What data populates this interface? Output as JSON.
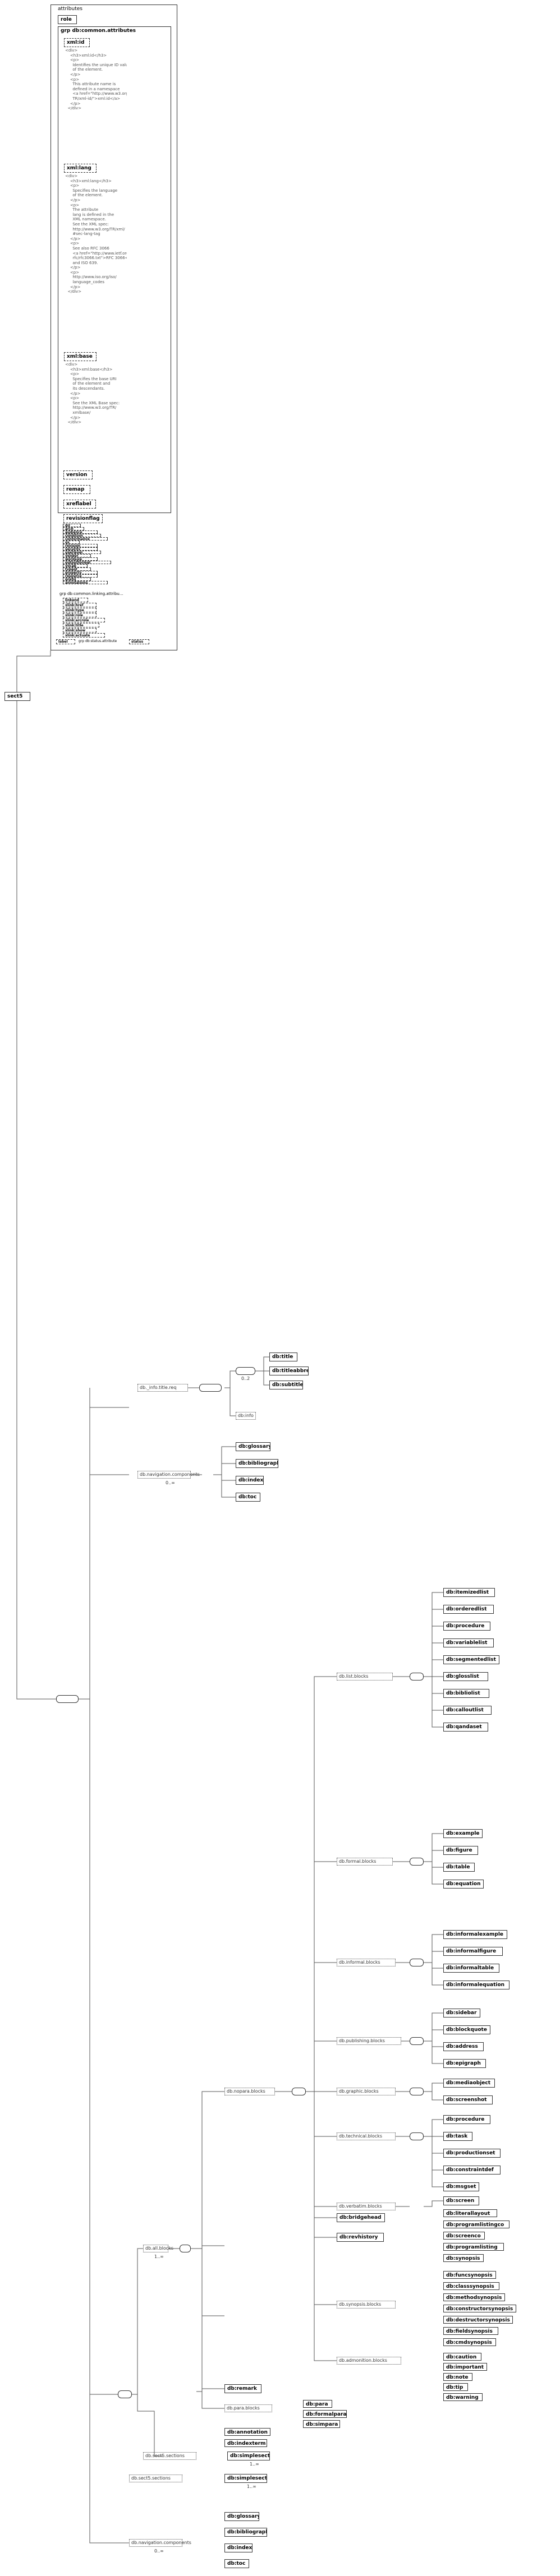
{
  "root_element": "sect5",
  "attributes_panel": {
    "title": "attributes",
    "role": "role",
    "common_group": "grp  db:common.attributes",
    "common_items": [
      "xml:id",
      "xml:lang",
      "xml:base",
      "version",
      "remap",
      "xreflabel",
      "revisionflag",
      "dir",
      "arch",
      "audience",
      "condition",
      "conformance",
      "os",
      "revision",
      "security",
      "userlevel",
      "vendor",
      "wordsize",
      "outputformat",
      "vocab",
      "typeof",
      "property",
      "resource",
      "prefix",
      "annotations"
    ],
    "xmlid_doc": "<div>\n    <h3>xml:id</h3>\n    <p>\n      Identifies the unique ID value\n      of the element.\n    </p>\n    <p>\n      This attribute name is\n      defined in a namespace\n      <a href=\"http://www.w3.org/\n      TR/xml-id/\">xml:id</a>\n    </p>\n  </div>",
    "xmllang_doc": "<div>\n    <h3>xml:lang</h3>\n    <p>\n      Specifies the language\n      of the element.\n    </p>\n    <p>\n      The attribute\n      lang is defined in the\n      XML namespace.\n      See the XML spec:\n      http://www.w3.org/TR/xml/\n      #sec-lang-tag\n    </p>\n    <p>\n      See also RFC 3066\n      <a href=\"http://www.ietf.org/\n      rfc/rfc3066.txt\">RFC 3066</a>\n      and ISO 639.\n    </p>\n    <p>\n      http://www.iso.org/iso/\n      language_codes\n    </p>\n  </div>",
    "xmlbase_doc": "<div>\n    <h3>xml:base</h3>\n    <p>\n      Specifies the base URI\n      of the element and\n      its descendants.\n    </p>\n    <p>\n      See the XML Base spec:\n      http://www.w3.org/TR/\n      xmlbase/\n    </p>\n  </div>",
    "linking_group": "grp  db:common.linking.attribu...",
    "linking_items": [
      "linkend",
      "xlink:href",
      "xlink:type",
      "xlink:role",
      "xlink:arcrole",
      "xlink:title",
      "xlink:show",
      "xlink:actuate"
    ],
    "label": "label",
    "status_group": "grp  db:status.attribute",
    "status_item": "status"
  },
  "info_branch": {
    "info_group": "db._info.title.req",
    "title_items": [
      "db:title",
      "db:titleabbrev",
      "db:subtitle"
    ],
    "mult_title": "0..2",
    "info_item": "db:info"
  },
  "nav_top": {
    "group": "db.navigation.components",
    "mult": "0..∞",
    "items": [
      "db:glossary",
      "db:bibliography",
      "db:index",
      "db:toc"
    ]
  },
  "all_blocks": {
    "label": "db.all.blocks",
    "mult": "1..∞",
    "nopara_label": "db.nopara.blocks",
    "groups": [
      {
        "name": "db.list.blocks",
        "items": [
          "db:itemizedlist",
          "db:orderedlist",
          "db:procedure",
          "db:variablelist",
          "db:segmentedlist",
          "db:glosslist",
          "db:bibliolist",
          "db:calloutlist",
          "db:qandaset"
        ]
      },
      {
        "name": "db.formal.blocks",
        "items": [
          "db:example",
          "db:figure",
          "db:table",
          "db:equation"
        ]
      },
      {
        "name": "db.informal.blocks",
        "items": [
          "db:informalexample",
          "db:informalfigure",
          "db:informaltable",
          "db:informalequation"
        ]
      },
      {
        "name": "db.publishing.blocks",
        "items": [
          "db:sidebar",
          "db:blockquote",
          "db:address",
          "db:epigraph"
        ]
      },
      {
        "name": "db.graphic.blocks",
        "items": [
          "db:mediaobject",
          "db:screenshot"
        ]
      },
      {
        "name": "db.technical.blocks",
        "items": [
          "db:procedure",
          "db:task",
          "db:productionset",
          "db:constraintdef",
          "db:msgset"
        ]
      },
      {
        "name": "db.verbatim.blocks",
        "items": [
          "db:screen",
          "db:literallayout",
          "db:programlistingco",
          "db:screenco",
          "db:programlisting",
          "db:synopsis"
        ]
      },
      {
        "name": "",
        "items": [
          "db:bridgehead",
          "db:revhistory"
        ]
      },
      {
        "name": "db.synopsis.blocks",
        "items": [
          "db:funcsynopsis",
          "db:classsynopsis",
          "db:methodsynopsis",
          "db:constructorsynopsis",
          "db:destructorsynopsis",
          "db:fieldsynopsis",
          "db:cmdsynopsis"
        ]
      },
      {
        "name": "db.admonition.blocks",
        "items": [
          "db:caution",
          "db:important",
          "db:note",
          "db:tip",
          "db:warning"
        ]
      }
    ],
    "extra": [
      "db:remark"
    ],
    "para_label": "db.para.blocks",
    "para_items": [
      "db:para",
      "db:formalpara",
      "db:simpara"
    ],
    "tail_items": [
      "db:annotation",
      "db:indexterm"
    ]
  },
  "simplesect_1": {
    "group": "db.sect5.sections",
    "item": "db:simplesect",
    "mult": "1..∞"
  },
  "simplesect_2": {
    "group": "db.sect5.sections",
    "item": "db:simplesect",
    "mult": "1..∞"
  },
  "nav_bottom": {
    "group": "db.navigation.components",
    "mult": "0..∞",
    "items": [
      "db:glossary",
      "db:bibliography",
      "db:index",
      "db:toc"
    ]
  }
}
